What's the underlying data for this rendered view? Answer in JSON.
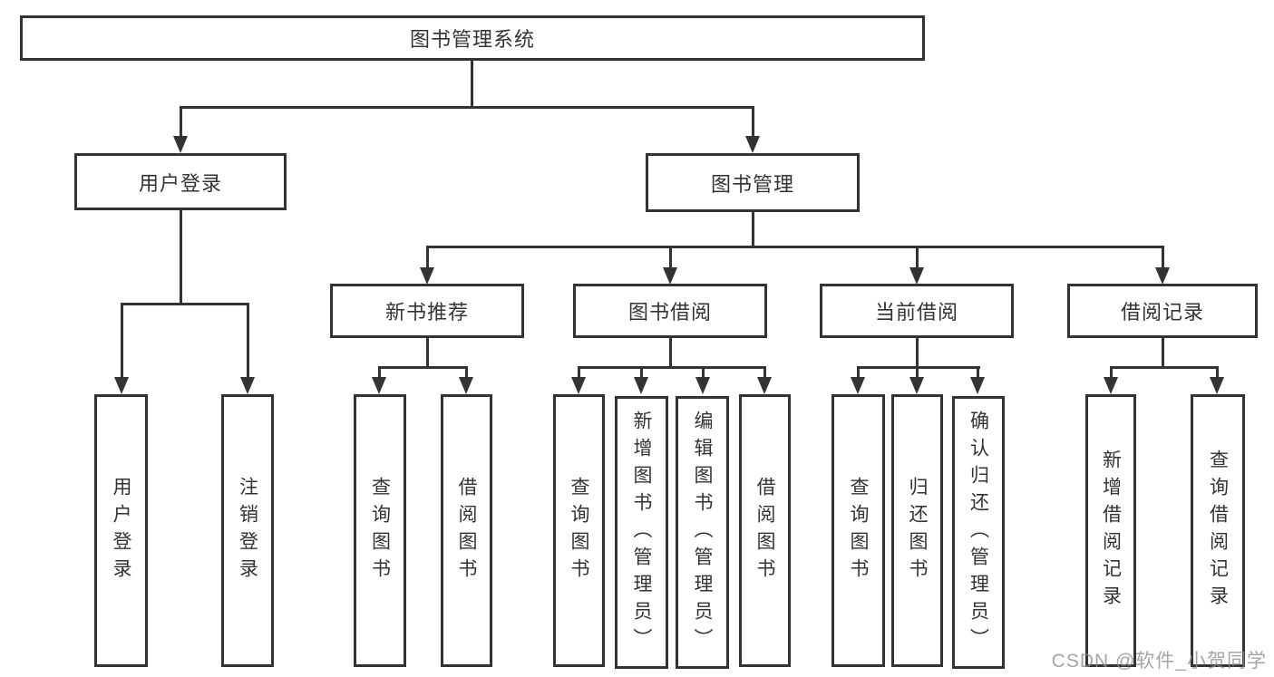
{
  "diagram": {
    "root": "图书管理系统",
    "level2": {
      "user_login": "用户登录",
      "book_management": "图书管理"
    },
    "level3": {
      "new_book_recommend": "新书推荐",
      "book_borrow": "图书借阅",
      "current_borrow": "当前借阅",
      "borrow_records": "借阅记录"
    },
    "leaves": {
      "under_user_login": [
        "用户登录",
        "注销登录"
      ],
      "under_new_book_recommend": [
        "查询图书",
        "借阅图书"
      ],
      "under_book_borrow": [
        "查询图书",
        "新增图书（管理员）",
        "编辑图书（管理员）",
        "借阅图书"
      ],
      "under_current_borrow": [
        "查询图书",
        "归还图书",
        "确认归还（管理员）"
      ],
      "under_borrow_records": [
        "新增借阅记录",
        "查询借阅记录"
      ]
    }
  },
  "watermark": "CSDN @软件_小贺同学",
  "colors": {
    "line": "#333333",
    "text": "#333333",
    "background": "#ffffff",
    "watermark": "#8c8c8c"
  }
}
